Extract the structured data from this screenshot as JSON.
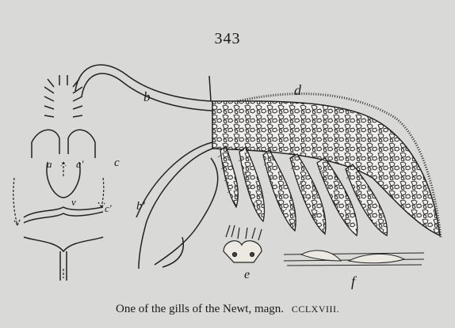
{
  "page_number": "343",
  "figure": {
    "labels": {
      "d": "d",
      "b": "b",
      "c": "c",
      "a": "a",
      "a_prime": "a'",
      "v": "v",
      "c_prime": "c'",
      "b_prime": "b'",
      "e": "e",
      "f": "f"
    }
  },
  "caption": {
    "text": "One of the gills of the Newt, magn.",
    "figure_number": "CCLXVIII."
  }
}
